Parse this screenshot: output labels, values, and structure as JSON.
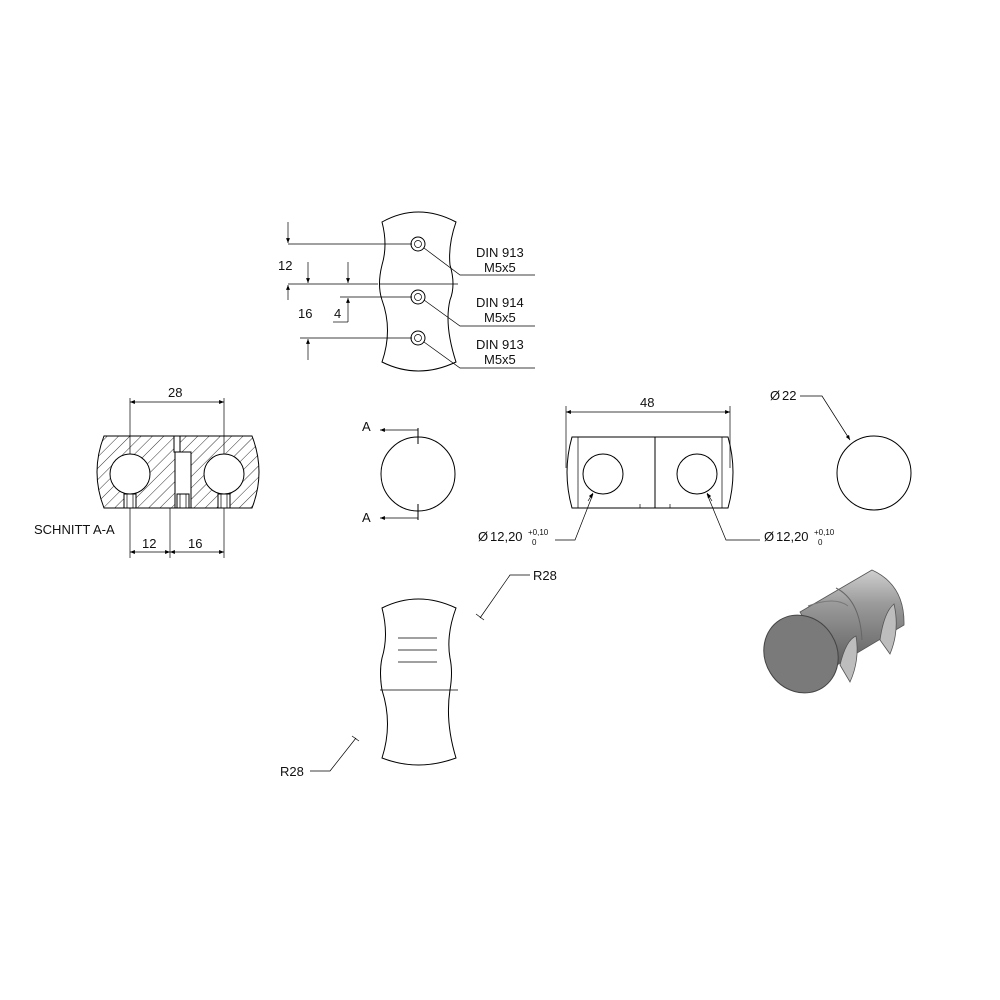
{
  "views": {
    "top": {
      "callouts": [
        {
          "line1": "DIN 913",
          "line2": "M5x5"
        },
        {
          "line1": "DIN 914",
          "line2": "M5x5"
        },
        {
          "line1": "DIN 913",
          "line2": "M5x5"
        }
      ],
      "dims": {
        "a": "12",
        "b": "16",
        "c": "4"
      }
    },
    "section": {
      "label": "SCHNITT A-A",
      "dims": {
        "width": "28",
        "left": "12",
        "right": "16"
      }
    },
    "end_view": {
      "cut_label_top": "A",
      "cut_label_bottom": "A"
    },
    "front": {
      "length": "48",
      "hole_left": {
        "symbol": "Ø",
        "value": "12,20",
        "tol_upper": "+0,10",
        "tol_lower": "0"
      },
      "hole_right": {
        "symbol": "Ø",
        "value": "12,20",
        "tol_upper": "+0,10",
        "tol_lower": "0"
      }
    },
    "side": {
      "symbol": "Ø",
      "diameter": "22"
    },
    "bottom": {
      "radius_top": "R28",
      "radius_bottom": "R28"
    }
  },
  "colors": {
    "line": "#000000",
    "model_shade": "#8a8a8a",
    "model_face": "#6f6f6f"
  }
}
